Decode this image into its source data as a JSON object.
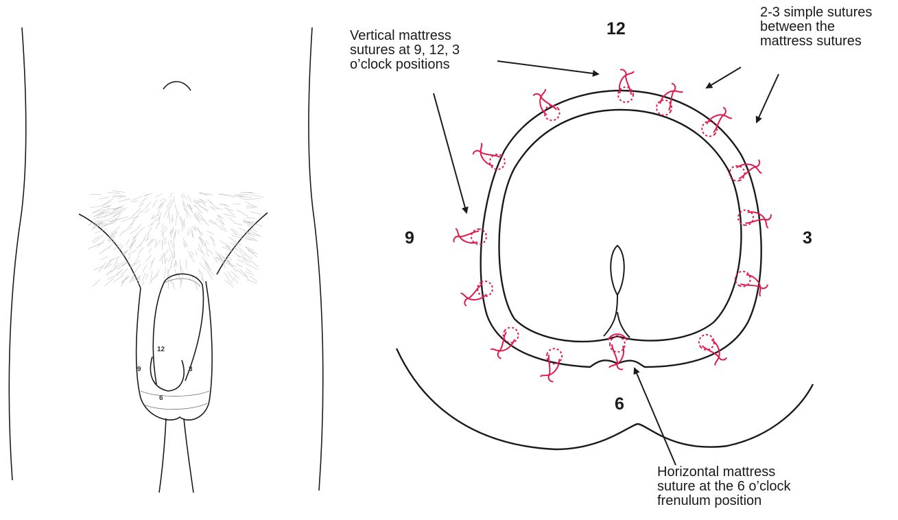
{
  "left_figure": {
    "clock_labels": {
      "twelve": "12",
      "three": "3",
      "six": "6",
      "nine": "9"
    }
  },
  "right_figure": {
    "clock_labels": {
      "twelve": "12",
      "three": "3",
      "six": "6",
      "nine": "9"
    },
    "callouts": {
      "vertical": [
        "Vertical mattress",
        "sutures at 9, 12, 3",
        "o’clock positions"
      ],
      "simple": [
        "2-3 simple sutures",
        "between the",
        "mattress sutures"
      ],
      "horizontal": [
        "Horizontal mattress",
        "suture at the 6 o’clock",
        "frenulum position"
      ]
    }
  },
  "colors": {
    "suture": "#e0194a",
    "line": "#1a1a1a",
    "hair": "#c8c8c8"
  }
}
